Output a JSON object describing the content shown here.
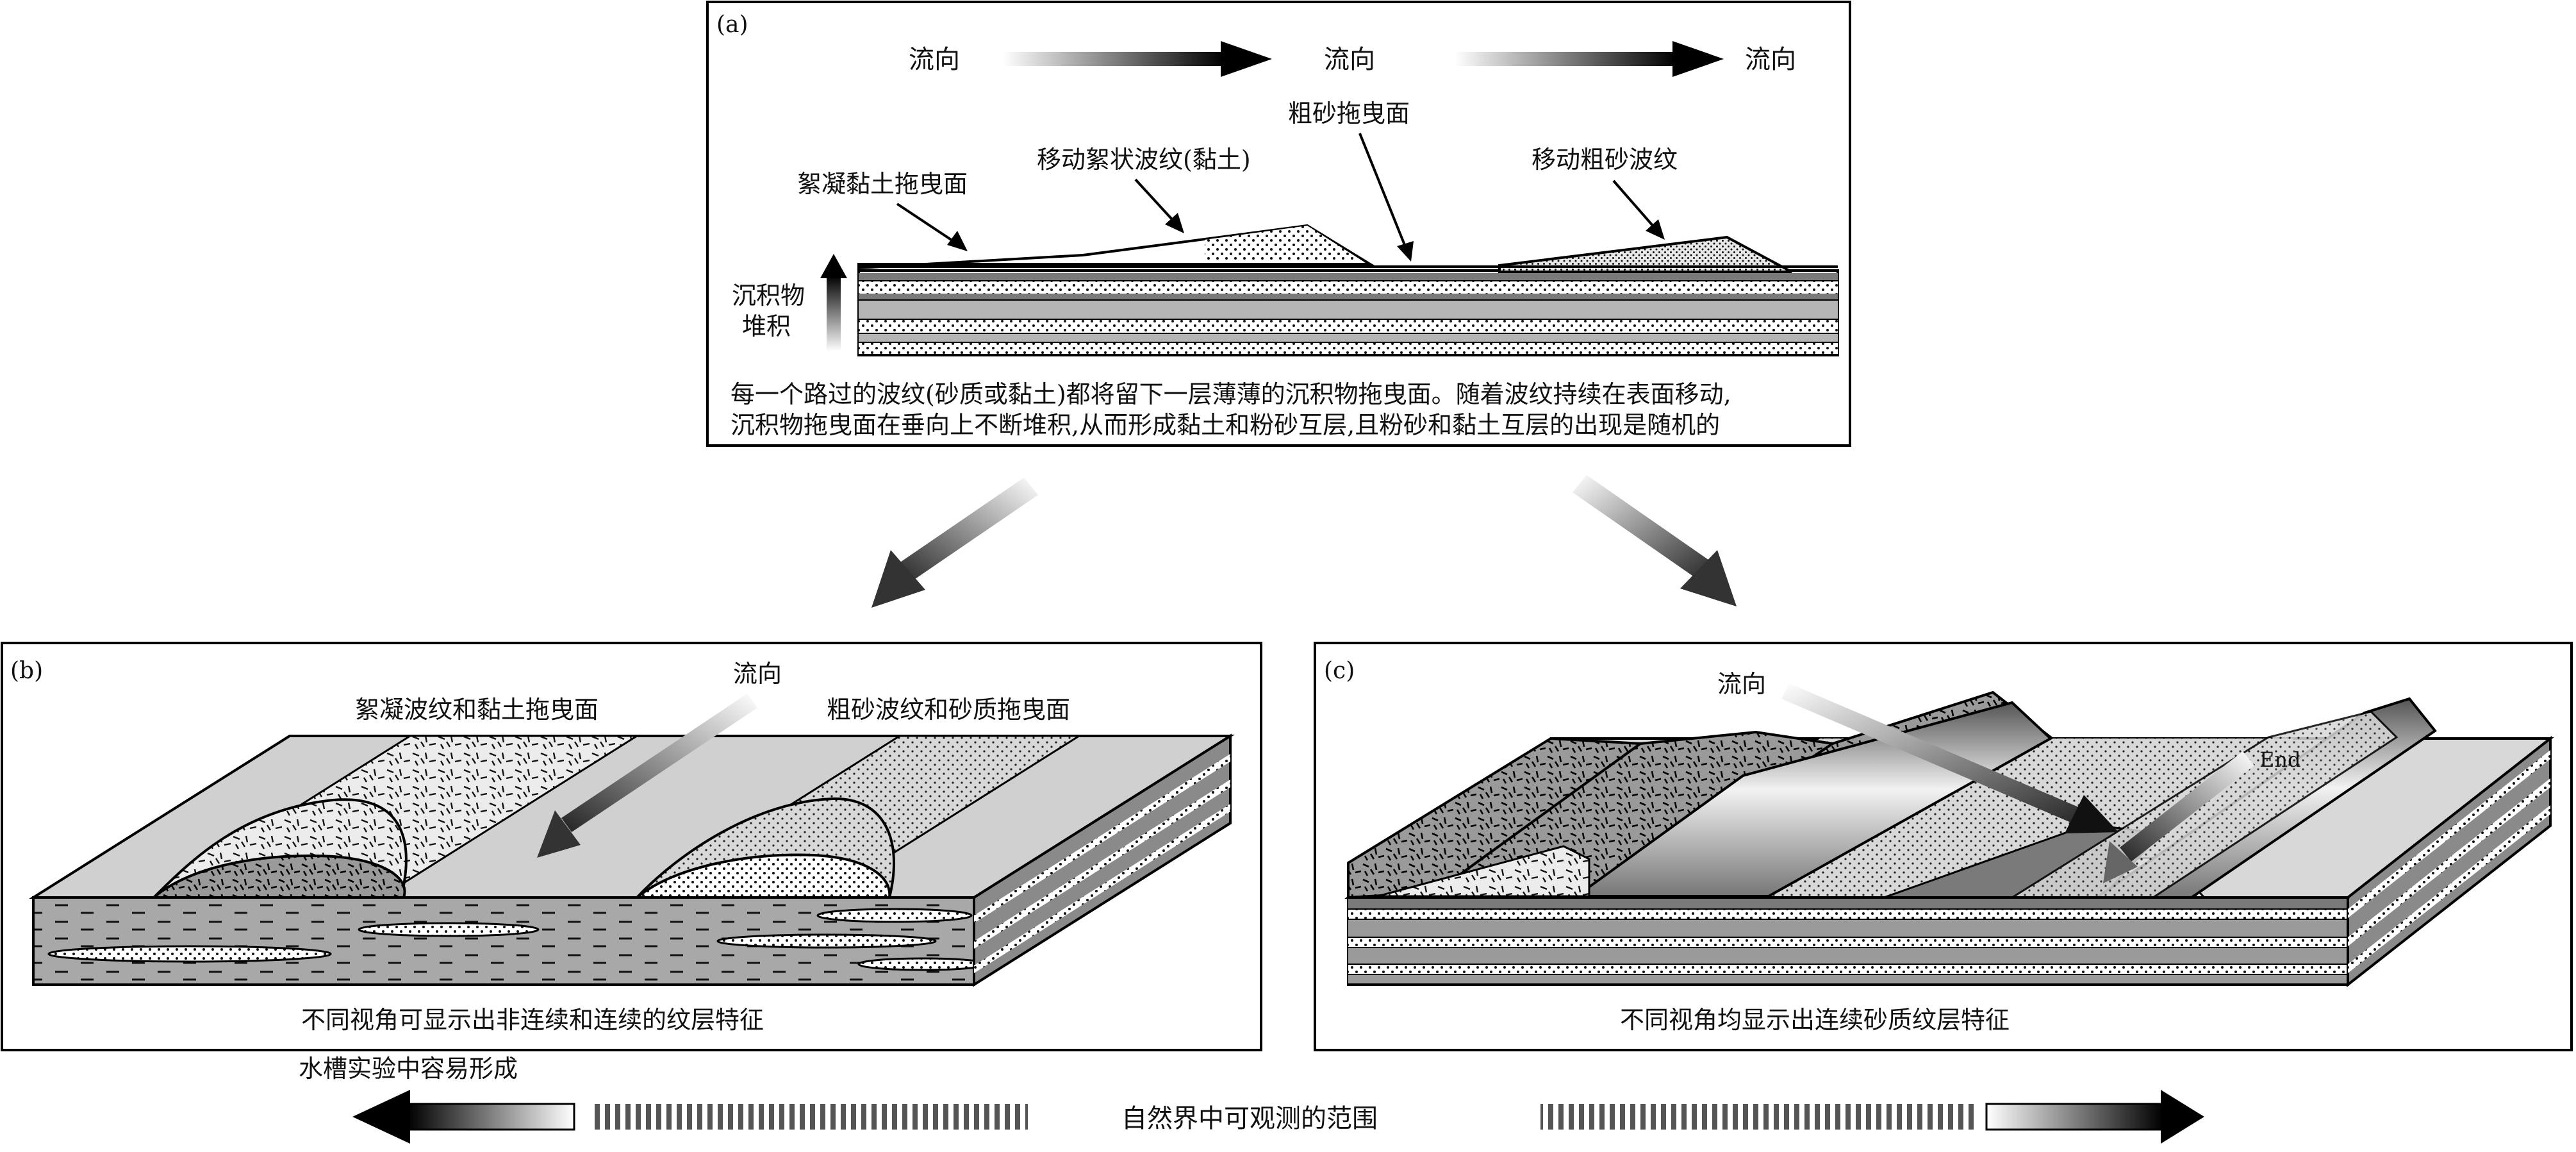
{
  "panel_a": {
    "tag": "(a)",
    "flow_labels": [
      "流向",
      "流向",
      "流向"
    ],
    "label_floc_drape": "絮凝黏土拖曳面",
    "label_floc_ripple": "移动絮状波纹(黏土)",
    "label_sand_drape": "粗砂拖曳面",
    "label_sand_ripple": "移动粗砂波纹",
    "label_accum_1": "沉积物",
    "label_accum_2": "堆积",
    "caption_1": "每一个路过的波纹(砂质或黏土)都将留下一层薄薄的沉积物拖曳面。随着波纹持续在表面移动,",
    "caption_2": "沉积物拖曳面在垂向上不断堆积,从而形成黏土和粉砂互层,且粉砂和黏土互层的出现是随机的"
  },
  "panel_b": {
    "tag": "(b)",
    "flow_label": "流向",
    "label_floc": "絮凝波纹和黏土拖曳面",
    "label_sand": "粗砂波纹和砂质拖曳面",
    "caption": "不同视角可显示出非连续和连续的纹层特征"
  },
  "panel_c": {
    "tag": "(c)",
    "flow_label": "流向",
    "end_label": "End",
    "caption": "不同视角均显示出连续砂质纹层特征"
  },
  "bottom": {
    "flume_label": "水槽实验中容易形成",
    "nature_label": "自然界中可观测的范围"
  }
}
